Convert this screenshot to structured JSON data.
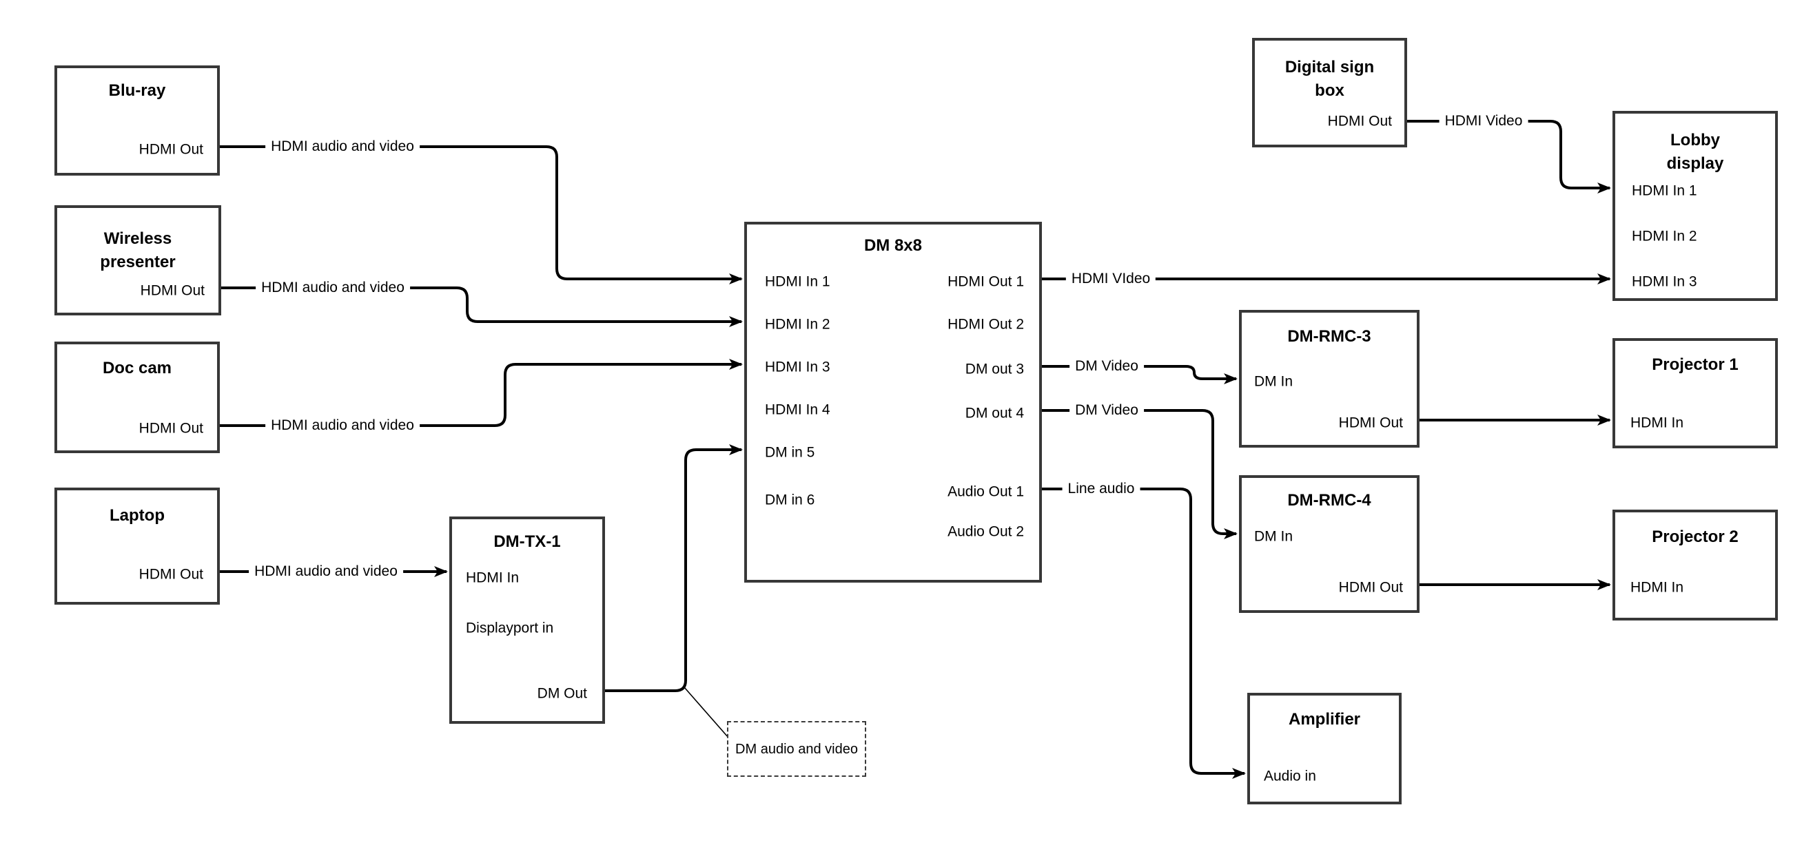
{
  "diagram": {
    "background_color": "#ffffff",
    "line_color": "#000000",
    "box_border_color": "#383838"
  },
  "nodes": {
    "bluray": {
      "title": "Blu-ray",
      "hdmi_out": "HDMI Out"
    },
    "wireless": {
      "title": "Wireless\npresenter",
      "hdmi_out": "HDMI Out"
    },
    "doccam": {
      "title": "Doc cam",
      "hdmi_out": "HDMI Out"
    },
    "laptop": {
      "title": "Laptop",
      "hdmi_out": "HDMI Out"
    },
    "dmtx1": {
      "title": "DM-TX-1",
      "hdmi_in": "HDMI In",
      "displayport_in": "Displayport in",
      "dm_out": "DM Out"
    },
    "dm8x8": {
      "title": "DM 8x8",
      "hdmi_in_1": "HDMI In 1",
      "hdmi_in_2": "HDMI In 2",
      "hdmi_in_3": "HDMI In 3",
      "hdmi_in_4": "HDMI In 4",
      "dm_in_5": "DM in 5",
      "dm_in_6": "DM in 6",
      "hdmi_out_1": "HDMI Out 1",
      "hdmi_out_2": "HDMI Out 2",
      "dm_out_3": "DM out 3",
      "dm_out_4": "DM out 4",
      "audio_out_1": "Audio Out 1",
      "audio_out_2": "Audio Out 2"
    },
    "digital_sign": {
      "title": "Digital sign\nbox",
      "hdmi_out": "HDMI Out"
    },
    "lobby": {
      "title": "Lobby\ndisplay",
      "hdmi_in_1": "HDMI In 1",
      "hdmi_in_2": "HDMI In 2",
      "hdmi_in_3": "HDMI In 3"
    },
    "dmrmc3": {
      "title": "DM-RMC-3",
      "dm_in": "DM In",
      "hdmi_out": "HDMI Out"
    },
    "dmrmc4": {
      "title": "DM-RMC-4",
      "dm_in": "DM In",
      "hdmi_out": "HDMI Out"
    },
    "proj1": {
      "title": "Projector 1",
      "hdmi_in": "HDMI In"
    },
    "proj2": {
      "title": "Projector 2",
      "hdmi_in": "HDMI In"
    },
    "amp": {
      "title": "Amplifier",
      "audio_in": "Audio in"
    }
  },
  "edge_labels": {
    "bluray_dm": "HDMI audio and video",
    "wireless_dm": "HDMI audio and video",
    "doccam_dm": "HDMI audio and video",
    "laptop_tx": "HDMI audio and video",
    "hdmi_out_1": "HDMI VIdeo",
    "digital_sign": "HDMI Video",
    "dm_out_3": "DM Video",
    "dm_out_4": "DM Video",
    "audio_out_1": "Line audio",
    "callout": "DM audio and video"
  }
}
